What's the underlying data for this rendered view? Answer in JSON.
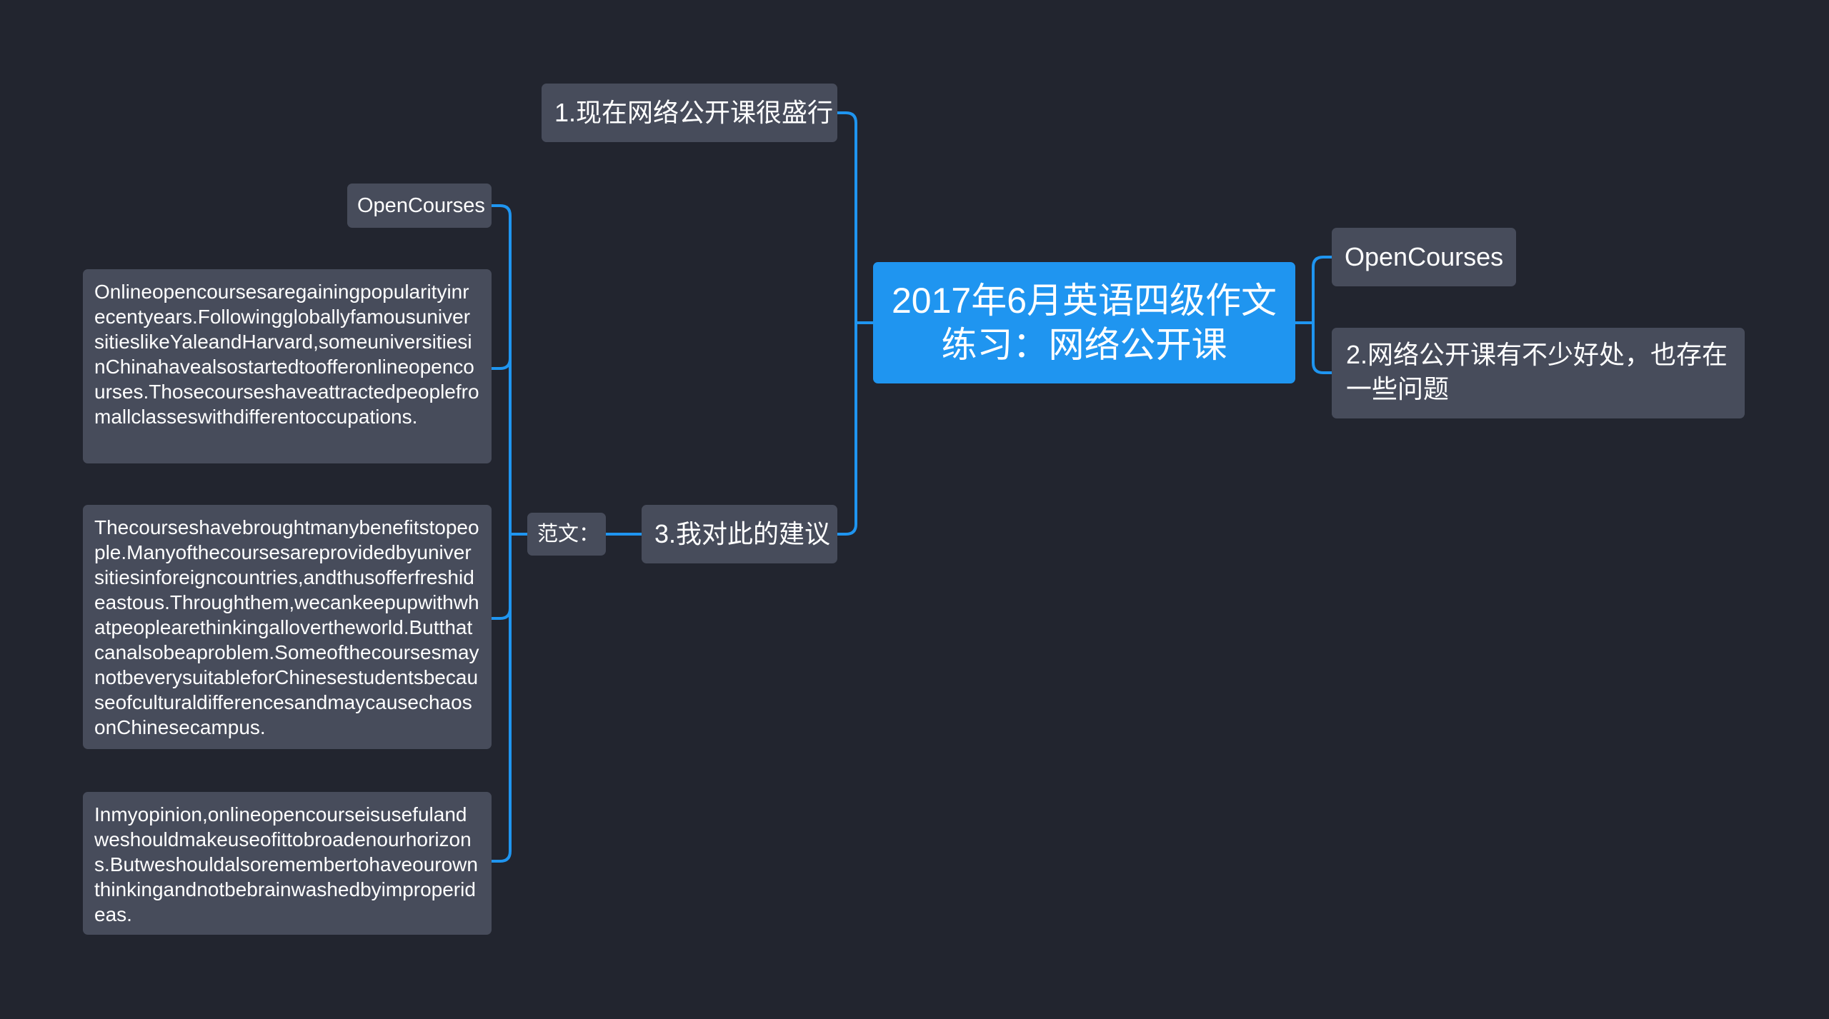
{
  "root": {
    "title": "2017年6月英语四级作文练习：网络公开课"
  },
  "right_branches": [
    {
      "label": "OpenCourses"
    },
    {
      "label": "2.网络公开课有不少好处，也存在一些问题"
    }
  ],
  "left_branches": [
    {
      "label": "1.现在网络公开课很盛行"
    },
    {
      "label": "3.我对此的建议"
    }
  ],
  "sample": {
    "label": "范文：",
    "title": "OpenCourses",
    "paragraphs": [
      "Onlineopencoursesaregainingpopularityinrecentyears.FollowinggloballyfamousuniversitieslikeYaleandHarvard,someuniversitiesinChinahavealsostartedtoofferonlineopencourses.Thosecourseshaveattractedpeoplefromallclasseswithdifferentoccupations.",
      "Thecourseshavebroughtmanybenefitstopeople.Manyofthecoursesareprovidedbyuniversitiesinforeigncountries,andthusofferfreshideastous.Throughthem,wecankeepupwithwhatpeoplearethinkingallovertheworld.Butthatcanalsobeaproblem.SomeofthecoursesmaynotbeverysuitableforChinesestudentsbecauseofculturaldifferencesandmaycausechaosonChinesecampus.",
      "Inmyopinion,onlineopencourseisusefulandweshouldmakeuseofittobroadenourhorizons.Butweshouldalsoremembertohaveourownthinkingandnotbebrainwashedbyimproperideas."
    ]
  },
  "colors": {
    "background": "#22252f",
    "connector": "#1f95f0",
    "root_fill": "#1f95f0",
    "node_fill": "#474c5b",
    "text": "#ffffff"
  }
}
